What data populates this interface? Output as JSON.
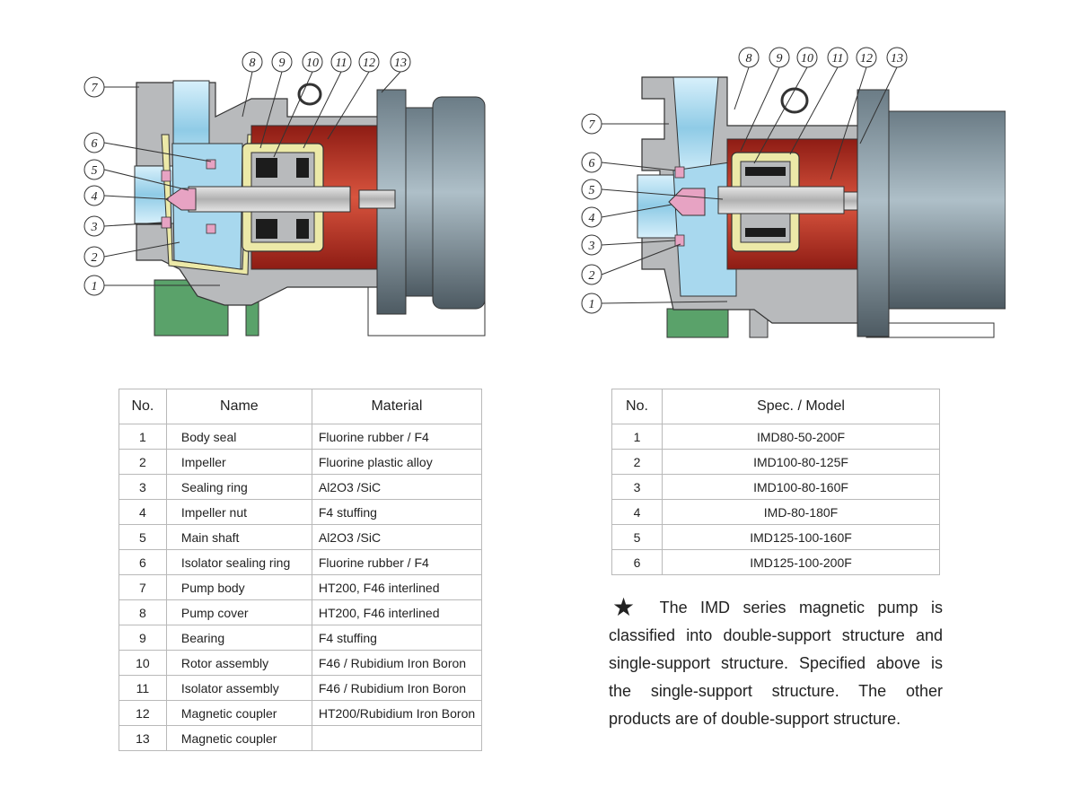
{
  "diagrams": {
    "left_callouts": [
      "1",
      "2",
      "3",
      "4",
      "5",
      "6",
      "7",
      "8",
      "9",
      "10",
      "11",
      "12",
      "13"
    ],
    "right_callouts": [
      "1",
      "2",
      "3",
      "4",
      "5",
      "6",
      "7",
      "8",
      "9",
      "10",
      "11",
      "12",
      "13"
    ]
  },
  "parts_table": {
    "headers": {
      "no": "No.",
      "name": "Name",
      "material": "Material"
    },
    "rows": [
      {
        "no": "1",
        "name": "Body seal",
        "material": "Fluorine rubber / F4"
      },
      {
        "no": "2",
        "name": "Impeller",
        "material": "Fluorine plastic alloy"
      },
      {
        "no": "3",
        "name": "Sealing ring",
        "material": "Al2O3 /SiC"
      },
      {
        "no": "4",
        "name": "Impeller nut",
        "material": "F4 stuffing"
      },
      {
        "no": "5",
        "name": "Main shaft",
        "material": "Al2O3 /SiC"
      },
      {
        "no": "6",
        "name": "Isolator sealing ring",
        "material": "Fluorine rubber / F4"
      },
      {
        "no": "7",
        "name": "Pump body",
        "material": "HT200, F46 interlined"
      },
      {
        "no": "8",
        "name": "Pump cover",
        "material": "HT200, F46 interlined"
      },
      {
        "no": "9",
        "name": "Bearing",
        "material": "F4 stuffing"
      },
      {
        "no": "10",
        "name": "Rotor assembly",
        "material": "F46 / Rubidium Iron Boron"
      },
      {
        "no": "11",
        "name": "Isolator assembly",
        "material": "F46 / Rubidium Iron Boron"
      },
      {
        "no": "12",
        "name": "Magnetic coupler",
        "material": "HT200/Rubidium Iron Boron"
      },
      {
        "no": "13",
        "name": "Magnetic coupler",
        "material": ""
      }
    ]
  },
  "spec_table": {
    "headers": {
      "no": "No.",
      "model": "Spec. / Model"
    },
    "rows": [
      {
        "no": "1",
        "model": "IMD80-50-200F"
      },
      {
        "no": "2",
        "model": "IMD100-80-125F"
      },
      {
        "no": "3",
        "model": "IMD100-80-160F"
      },
      {
        "no": "4",
        "model": "IMD-80-180F"
      },
      {
        "no": "5",
        "model": "IMD125-100-160F"
      },
      {
        "no": "6",
        "model": "IMD125-100-200F"
      }
    ]
  },
  "note": {
    "icon": "star-icon",
    "text": "The IMD series magnetic pump is classified into double-support structure and single-support structure. Specified above is the single-support structure. The other products are of double-support structure."
  },
  "colors": {
    "casing_gray": "#b8babc",
    "liner_yellow": "#ece9a8",
    "fluid_blue": "#a8d8ee",
    "magnet_red": "#b32a1e",
    "motor_slate": "#5f6f78",
    "base_green": "#5aa26a",
    "seal_pink": "#e7a3c3"
  }
}
